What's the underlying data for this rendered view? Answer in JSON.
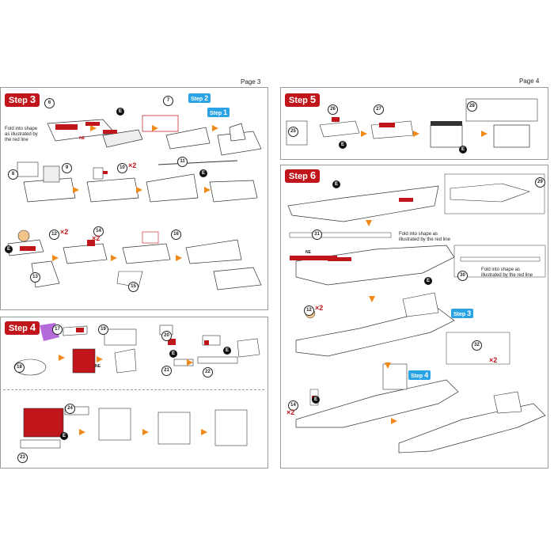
{
  "pages": {
    "left": {
      "page_label": "Page 3"
    },
    "right": {
      "page_label": "Page 4"
    }
  },
  "steps": {
    "step3": {
      "word": "Step",
      "number": "3"
    },
    "step4": {
      "word": "Step",
      "number": "4"
    },
    "step5": {
      "word": "Step",
      "number": "5"
    },
    "step6": {
      "word": "Step",
      "number": "6"
    }
  },
  "substeps": {
    "s1": {
      "word": "Step",
      "number": "1"
    },
    "s2": {
      "word": "Step",
      "number": "2"
    },
    "s3": {
      "word": "Step",
      "number": "3"
    },
    "s4": {
      "word": "Step",
      "number": "4"
    }
  },
  "notes": {
    "fold_step3": "Fold into shape as illustrated by the red line",
    "fold_step6_a": "Fold into shape as illustrated by the red line",
    "fold_step6_b": "Fold into shape as illustrated by the red line"
  },
  "markers": {
    "e": "E",
    "ne": "NE"
  },
  "part_numbers": {
    "p6": "6",
    "p7": "7",
    "p8": "8",
    "p9": "9",
    "p10": "10",
    "p11": "11",
    "p12": "12",
    "p13": "13",
    "p14": "14",
    "p15": "15",
    "p16": "16",
    "p17": "17",
    "p18": "18",
    "p19": "19",
    "p20": "20",
    "p21": "21",
    "p22": "22",
    "p23": "23",
    "p24": "24",
    "p25": "25",
    "p26": "26",
    "p27": "27",
    "p28": "28",
    "p29": "29",
    "p30": "30",
    "p31": "31",
    "p32": "32",
    "p12b": "12",
    "p14b": "14"
  },
  "multipliers": {
    "m10": "×2",
    "m12": "×2",
    "m14": "×2",
    "m12b": "×2",
    "m14b": "×2",
    "m32": "×2"
  },
  "colors": {
    "accent_red": "#c0151b",
    "arrow_orange": "#f08a1c",
    "substep_blue": "#2aa3e6",
    "frame_gray": "#9a9a9a"
  }
}
